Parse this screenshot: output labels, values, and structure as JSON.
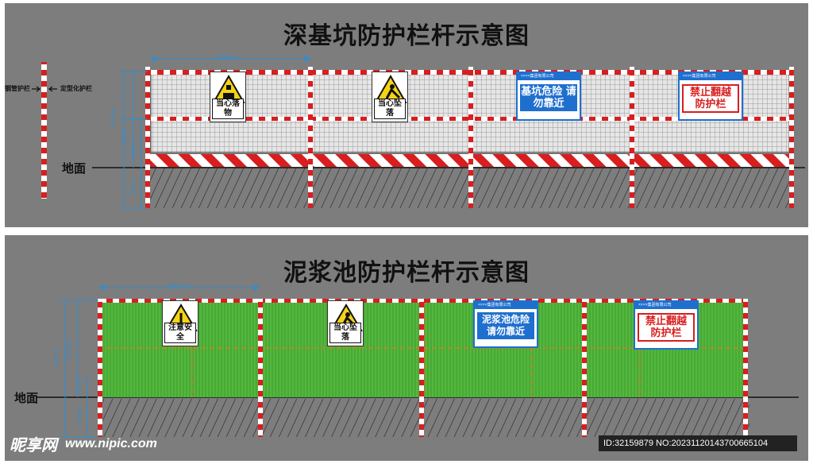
{
  "diagram1": {
    "title": "深基坑防护栏杆示意图",
    "ground_label": "地面",
    "legend": {
      "left": "钢管护栏",
      "right": "定型化护栏"
    },
    "dim_top": "200 cm",
    "dim_left": [
      "120 cm",
      "110 cm",
      "60 cm",
      "50 cm"
    ],
    "signs": [
      "当心落物",
      "当心坠落"
    ],
    "boards": [
      {
        "company": "××××集团有限公司",
        "text": "基坑危险 请勿靠近",
        "color": "#1f6fcf"
      },
      {
        "company": "××××集团有限公司",
        "text": "禁止翻越 防护栏",
        "color": "#d81e1e"
      }
    ]
  },
  "diagram2": {
    "title": "泥浆池防护栏杆示意图",
    "ground_label": "地面",
    "dim_top": "200 cm",
    "dim_left": [
      "120 cm",
      "100 cm",
      "20 cm",
      "50 cm"
    ],
    "signs": [
      "注意安全",
      "当心坠落"
    ],
    "boards": [
      {
        "company": "××××集团有限公司",
        "text": "泥浆池危险 请勿靠近",
        "color": "#1f6fcf"
      },
      {
        "company": "××××集团有限公司",
        "text": "禁止翻越 防护栏",
        "color": "#d81e1e"
      }
    ]
  },
  "watermark": {
    "brand": "昵享网",
    "site": "www.nipic.com",
    "id": "ID:32159879 NO:20231120143700665104"
  },
  "colors": {
    "red": "#d81e1e",
    "blue": "#1f6fcf",
    "green": "#4fb63a",
    "bg": "#7d7d7d"
  }
}
